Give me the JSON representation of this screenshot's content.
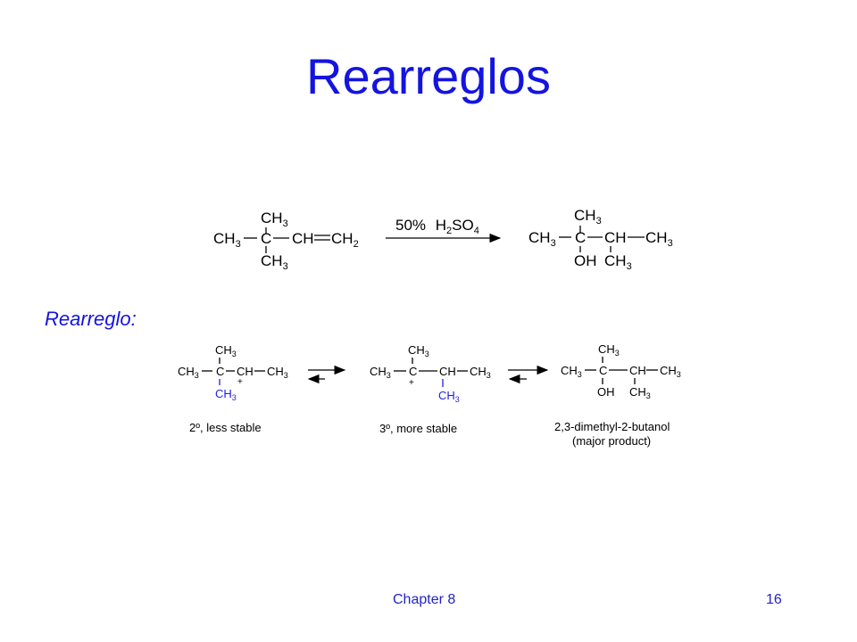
{
  "slide": {
    "title": "Rearreglos",
    "subtitle": "Rearreglo:",
    "footer_chapter": "Chapter 8",
    "page_number": "16"
  },
  "reaction": {
    "reagent_prefix": "50%",
    "reagent_formula": "H2SO4",
    "reactant_label": "CH3—C(CH3)2—CH=CH2",
    "product_label": "CH3—C(CH3)(OH)—CH(CH3)—CH3"
  },
  "mechanism": {
    "step1_caption": "2º, less stable",
    "step2_caption": "3º, more stable",
    "step3_caption_line1": "2,3-dimethyl-2-butanol",
    "step3_caption_line2": "(major product)"
  },
  "colors": {
    "title": "#1414e0",
    "accent_blue": "#1e1ee6",
    "text": "#000000"
  }
}
